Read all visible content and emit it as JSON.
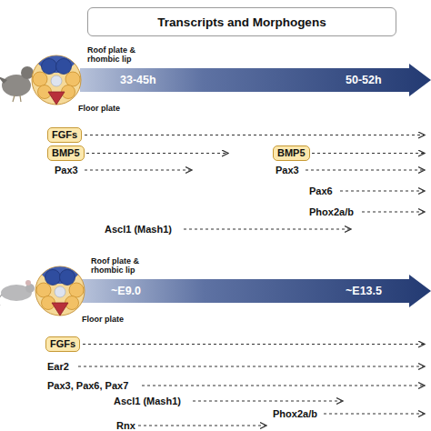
{
  "diagram": {
    "title": "Transcripts and Morphogens",
    "nodes": [
      {
        "text": [
          "33-45h",
          "50-52h"
        ]
      },
      {
        "text": [
          "FGFs"
        ]
      },
      {
        "text": [
          "BMP5"
        ]
      },
      {
        "text": [
          "BMP5"
        ]
      },
      {
        "text": [
          "~E9.0",
          "~E13.5"
        ]
      },
      {
        "text": [
          "FGFs"
        ]
      }
    ],
    "labels": [
      "Roof plate & rhombic lip",
      "Floor plate",
      "Pax3",
      "Pax3",
      "Pax6",
      "Phox2a/b",
      "Ascl1 (Mash1)",
      "Roof plate & rhombic lip",
      "Floor plate",
      "Ear2",
      "Pax3, Pax6, Pax7",
      "Ascl1 (Mash1)",
      "Phox2a/b",
      "Rnx"
    ]
  }
}
